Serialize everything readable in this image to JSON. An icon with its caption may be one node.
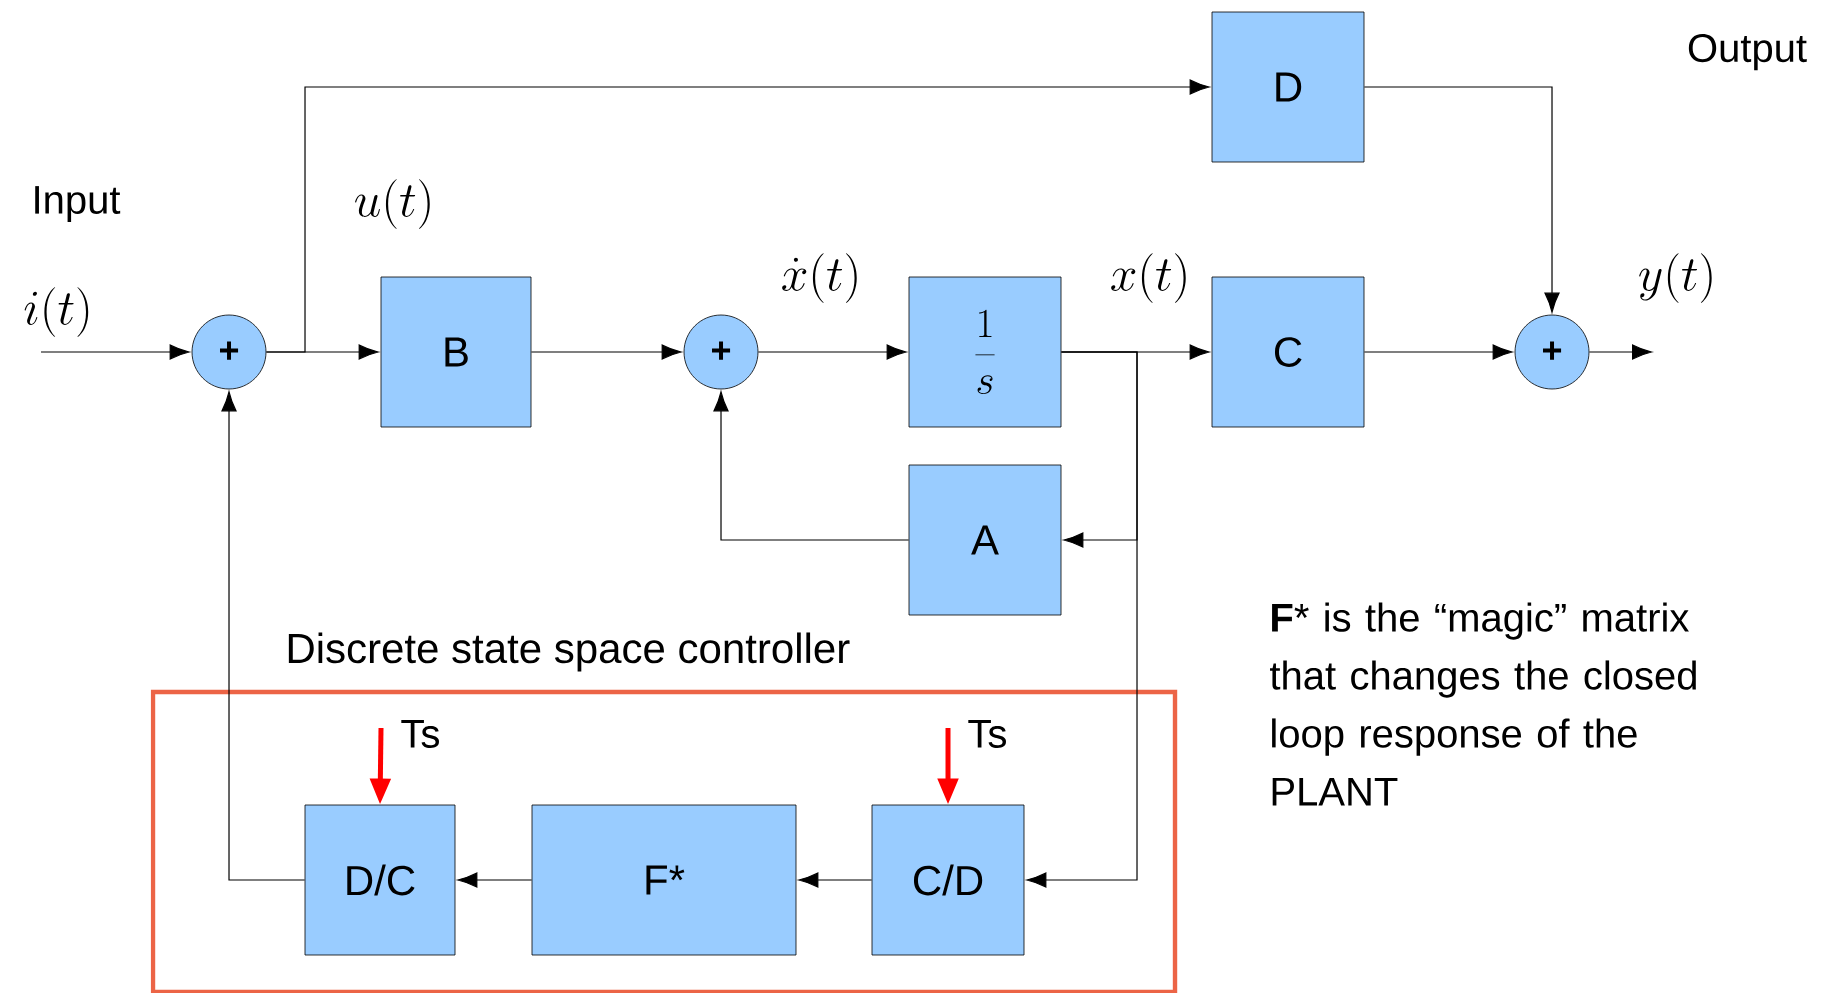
{
  "diagram": {
    "nodes": [
      {
        "text": [
          "+"
        ]
      },
      {
        "text": [
          "B"
        ]
      },
      {
        "text": [
          "+"
        ]
      },
      {
        "text": [
          "\\frac{1}{s}"
        ]
      },
      {
        "text": [
          "C"
        ]
      },
      {
        "text": [
          "+"
        ]
      },
      {
        "text": [
          "D"
        ]
      },
      {
        "text": [
          "A"
        ]
      },
      {
        "text": [
          "Discrete state space controller"
        ]
      },
      {
        "text": [
          "D/C"
        ],
        "in": 8
      },
      {
        "text": [
          "F*"
        ],
        "in": 8
      },
      {
        "text": [
          "C/D"
        ],
        "in": 8
      }
    ],
    "edges": [
      {
        "from": null,
        "to": 0,
        "arrow": "to"
      },
      {
        "from": 0,
        "to": 1,
        "arrow": "to"
      },
      {
        "from": 0,
        "to": 6,
        "arrow": "to"
      },
      {
        "from": 1,
        "to": 2,
        "arrow": "to"
      },
      {
        "from": 2,
        "to": 3,
        "arrow": "to"
      },
      {
        "from": 3,
        "to": 4,
        "arrow": "to"
      },
      {
        "from": 3,
        "to": 7,
        "arrow": "to"
      },
      {
        "from": 3,
        "to": 11,
        "arrow": "to"
      },
      {
        "from": 7,
        "to": 2,
        "arrow": "to"
      },
      {
        "from": 6,
        "to": 5,
        "arrow": "to"
      },
      {
        "from": 4,
        "to": 5,
        "arrow": "to"
      },
      {
        "from": 5,
        "to": null,
        "arrow": "to"
      },
      {
        "from": 11,
        "to": 10,
        "arrow": "to"
      },
      {
        "from": 10,
        "to": 9,
        "arrow": "to"
      },
      {
        "from": 9,
        "to": 0,
        "arrow": "to"
      },
      {
        "from": null,
        "to": 9,
        "arrow": "to",
        "label": "Ts",
        "style": "thick",
        "color": "#ff0000"
      },
      {
        "from": null,
        "to": 11,
        "arrow": "to",
        "label": "Ts",
        "style": "thick",
        "color": "#ff0000"
      }
    ],
    "labels": [
      "Output",
      "Input",
      "i(t)",
      "u(t)",
      "\\dot{x}(t)",
      "x(t)",
      "y(t)",
      "**F*** is the “magic” matrix that changes the closed loop response of the PLANT"
    ]
  }
}
